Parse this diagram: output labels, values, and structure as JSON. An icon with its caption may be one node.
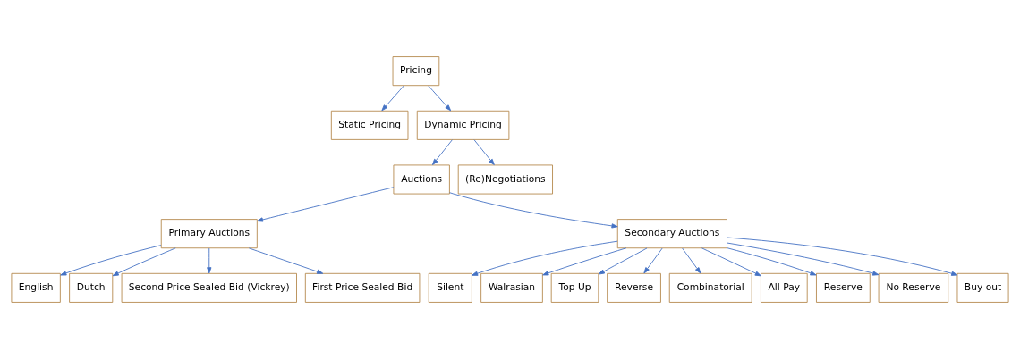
{
  "diagram": {
    "nodes": [
      {
        "text": [
          "Pricing"
        ]
      },
      {
        "text": [
          "Static Pricing"
        ]
      },
      {
        "text": [
          "Dynamic Pricing"
        ]
      },
      {
        "text": [
          "Auctions"
        ]
      },
      {
        "text": [
          "(Re)Negotiations"
        ]
      },
      {
        "text": [
          "Primary Auctions"
        ]
      },
      {
        "text": [
          "Secondary Auctions"
        ]
      },
      {
        "text": [
          "English"
        ]
      },
      {
        "text": [
          "Dutch"
        ]
      },
      {
        "text": [
          "Second Price Sealed-Bid (Vickrey)"
        ]
      },
      {
        "text": [
          "First Price Sealed-Bid"
        ]
      },
      {
        "text": [
          "Silent"
        ]
      },
      {
        "text": [
          "Walrasian"
        ]
      },
      {
        "text": [
          "Top Up"
        ]
      },
      {
        "text": [
          "Reverse"
        ]
      },
      {
        "text": [
          "Combinatorial"
        ]
      },
      {
        "text": [
          "All Pay"
        ]
      },
      {
        "text": [
          "Reserve"
        ]
      },
      {
        "text": [
          "No Reserve"
        ]
      },
      {
        "text": [
          "Buy out"
        ]
      }
    ],
    "edges": [
      {
        "from": 0,
        "to": 1,
        "arrow": "to"
      },
      {
        "from": 0,
        "to": 2,
        "arrow": "to"
      },
      {
        "from": 2,
        "to": 3,
        "arrow": "to"
      },
      {
        "from": 2,
        "to": 4,
        "arrow": "to"
      },
      {
        "from": 3,
        "to": 5,
        "arrow": "to"
      },
      {
        "from": 3,
        "to": 6,
        "arrow": "to"
      },
      {
        "from": 5,
        "to": 7,
        "arrow": "to"
      },
      {
        "from": 5,
        "to": 8,
        "arrow": "to"
      },
      {
        "from": 5,
        "to": 9,
        "arrow": "to"
      },
      {
        "from": 5,
        "to": 10,
        "arrow": "to"
      },
      {
        "from": 6,
        "to": 11,
        "arrow": "to"
      },
      {
        "from": 6,
        "to": 12,
        "arrow": "to"
      },
      {
        "from": 6,
        "to": 13,
        "arrow": "to"
      },
      {
        "from": 6,
        "to": 14,
        "arrow": "to"
      },
      {
        "from": 6,
        "to": 15,
        "arrow": "to"
      },
      {
        "from": 6,
        "to": 16,
        "arrow": "to"
      },
      {
        "from": 6,
        "to": 17,
        "arrow": "to"
      },
      {
        "from": 6,
        "to": 18,
        "arrow": "to"
      },
      {
        "from": 6,
        "to": 19,
        "arrow": "to"
      }
    ]
  }
}
